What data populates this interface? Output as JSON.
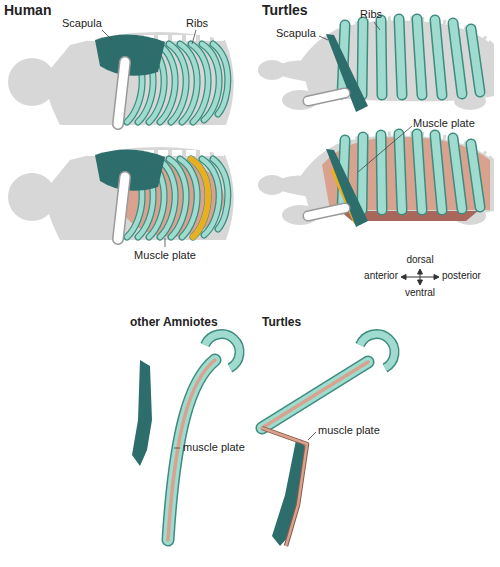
{
  "diagram": {
    "labels": [
      "Human",
      "Turtles",
      "Scapula",
      "Ribs",
      "Scapula",
      "Ribs",
      "Muscle plate",
      "Muscle plate",
      "dorsal",
      "anterior",
      "posterior",
      "ventral",
      "other Amniotes",
      "Turtles",
      "muscle plate",
      "muscle plate"
    ]
  }
}
